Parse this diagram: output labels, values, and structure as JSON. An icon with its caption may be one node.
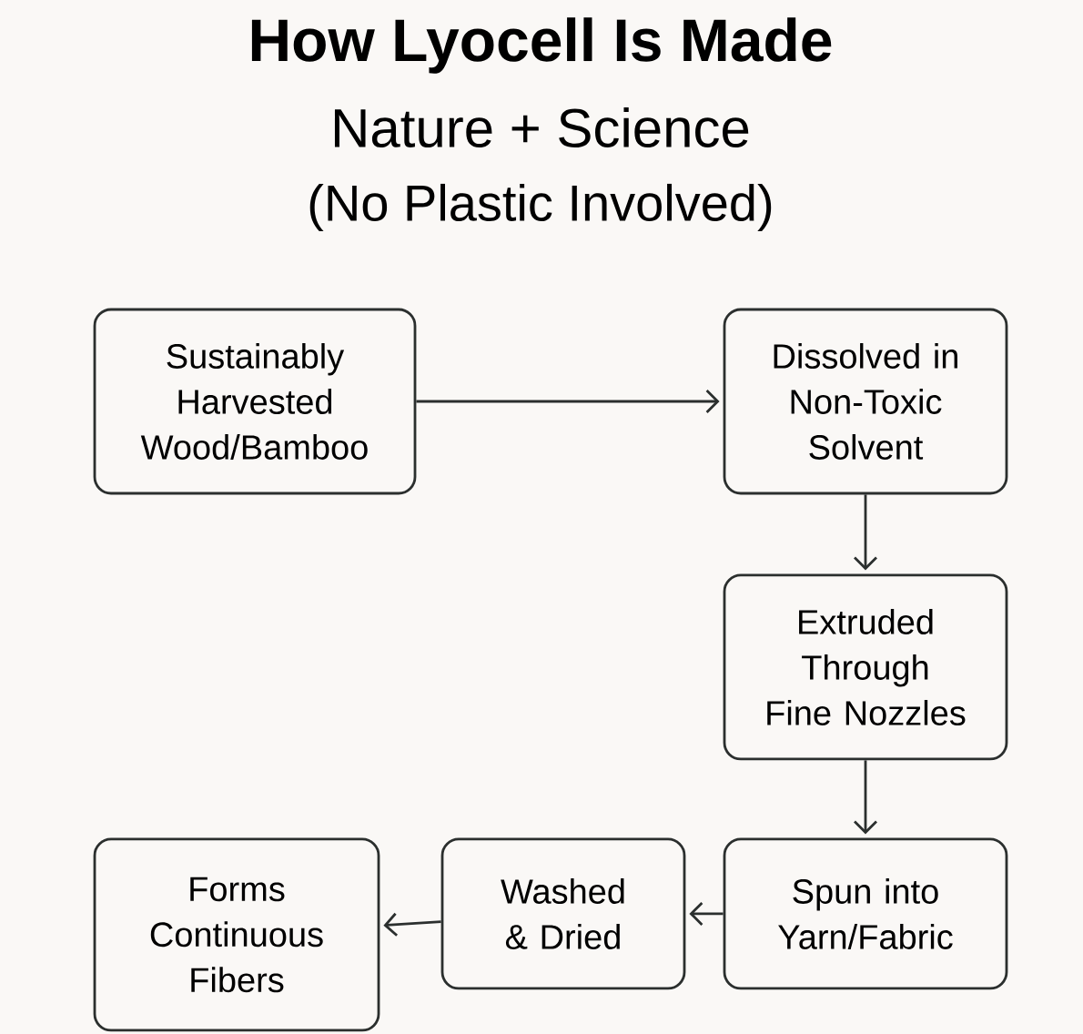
{
  "diagram": {
    "title": "How Lyocell Is Made",
    "nodes": [
      {
        "text": [
          "Sustainably Harvested Wood/Bamboo"
        ]
      },
      {
        "text": [
          "Dissolved in Non-Toxic Solvent"
        ]
      },
      {
        "text": [
          "Extruded Through Fine Nozzles"
        ]
      },
      {
        "text": [
          "Spun into Yarn/Fabric"
        ]
      },
      {
        "text": [
          "Washed & Dried"
        ]
      },
      {
        "text": [
          "Forms Continuous Fibers"
        ]
      }
    ],
    "edges": [
      {
        "from": 0,
        "to": 1,
        "arrow": "to"
      },
      {
        "from": 1,
        "to": 2,
        "arrow": "to"
      },
      {
        "from": 2,
        "to": 3,
        "arrow": "to"
      },
      {
        "from": 3,
        "to": 4,
        "arrow": "to"
      },
      {
        "from": 4,
        "to": 5,
        "arrow": "to"
      }
    ],
    "labels": [
      "Nature + Science",
      "(No Plastic Involved)"
    ]
  }
}
